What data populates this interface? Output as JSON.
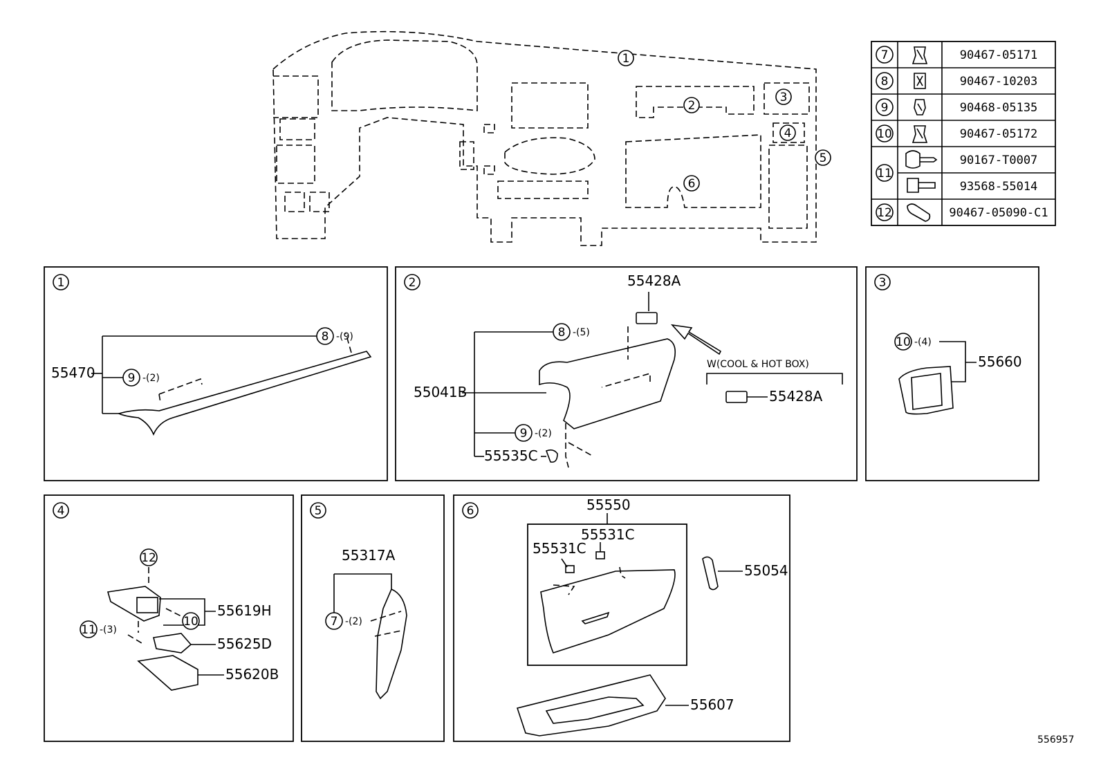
{
  "diagram_id": "556957",
  "overview": {
    "callouts": [
      "1",
      "2",
      "3",
      "4",
      "5",
      "6"
    ]
  },
  "fastener_table": {
    "rows": [
      {
        "ref": "7",
        "part": "90467-05171"
      },
      {
        "ref": "8",
        "part": "90467-10203"
      },
      {
        "ref": "9",
        "part": "90468-05135"
      },
      {
        "ref": "10",
        "part": "90467-05172"
      },
      {
        "ref": "11",
        "part": "90167-T0007"
      },
      {
        "ref": "11",
        "part": "93568-55014"
      },
      {
        "ref": "12",
        "part": "90467-05090-C1"
      }
    ]
  },
  "panels": {
    "p1": {
      "num": "1",
      "parts": {
        "main": "55470"
      },
      "callouts": [
        {
          "ref": "8",
          "qty": "-(9)"
        },
        {
          "ref": "9",
          "qty": "-(2)"
        }
      ]
    },
    "p2": {
      "num": "2",
      "parts": {
        "top": "55428A",
        "main": "55041B",
        "clip": "55535C",
        "alt": "55428A"
      },
      "callouts": [
        {
          "ref": "8",
          "qty": "-(5)"
        },
        {
          "ref": "9",
          "qty": "-(2)"
        }
      ],
      "variant_label": "W(COOL & HOT BOX)"
    },
    "p3": {
      "num": "3",
      "parts": {
        "main": "55660"
      },
      "callouts": [
        {
          "ref": "10",
          "qty": "-(4)"
        }
      ]
    },
    "p4": {
      "num": "4",
      "parts": {
        "a": "55619H",
        "b": "55625D",
        "c": "55620B"
      },
      "callouts": [
        {
          "ref": "12",
          "qty": ""
        },
        {
          "ref": "10",
          "qty": ""
        },
        {
          "ref": "11",
          "qty": "-(3)"
        }
      ]
    },
    "p5": {
      "num": "5",
      "parts": {
        "main": "55317A"
      },
      "callouts": [
        {
          "ref": "7",
          "qty": "-(2)"
        }
      ]
    },
    "p6": {
      "num": "6",
      "parts": {
        "box": "55550",
        "latch_a": "55531C",
        "latch_b": "55531C",
        "damper": "55054",
        "tray": "55607"
      }
    }
  }
}
